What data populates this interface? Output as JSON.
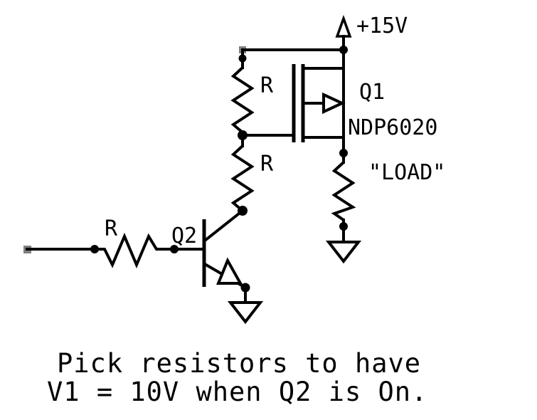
{
  "diagram": {
    "title": "MOSFET high-side switch with BJT driver",
    "background_color": "#ffffff",
    "line_color": "#000000",
    "terminal_color": "#808080"
  },
  "labels": {
    "supply": "+15V",
    "q1_ref": "Q1",
    "q1_part": "NDP6020",
    "load": "\"LOAD\"",
    "q2_ref": "Q2",
    "r_upper": "R",
    "r_lower": "R",
    "r_base": "R"
  },
  "caption": {
    "line1": "Pick resistors to have",
    "line2": "V1 = 10V when Q2 is On."
  },
  "components": [
    {
      "name": "supply-rail",
      "type": "vcc",
      "label": "+15V"
    },
    {
      "name": "resistor-upper",
      "type": "resistor",
      "label": "R",
      "orientation": "vertical"
    },
    {
      "name": "resistor-lower",
      "type": "resistor",
      "label": "R",
      "orientation": "vertical"
    },
    {
      "name": "mosfet-q1",
      "type": "p-channel-mosfet",
      "ref": "Q1",
      "part": "NDP6020"
    },
    {
      "name": "resistor-load",
      "type": "resistor",
      "label": "\"LOAD\"",
      "orientation": "vertical"
    },
    {
      "name": "transistor-q2",
      "type": "npn-bjt",
      "ref": "Q2"
    },
    {
      "name": "resistor-base",
      "type": "resistor",
      "label": "R",
      "orientation": "horizontal"
    },
    {
      "name": "ground-load",
      "type": "ground"
    },
    {
      "name": "ground-emitter",
      "type": "ground"
    },
    {
      "name": "input-terminal",
      "type": "terminal"
    }
  ]
}
